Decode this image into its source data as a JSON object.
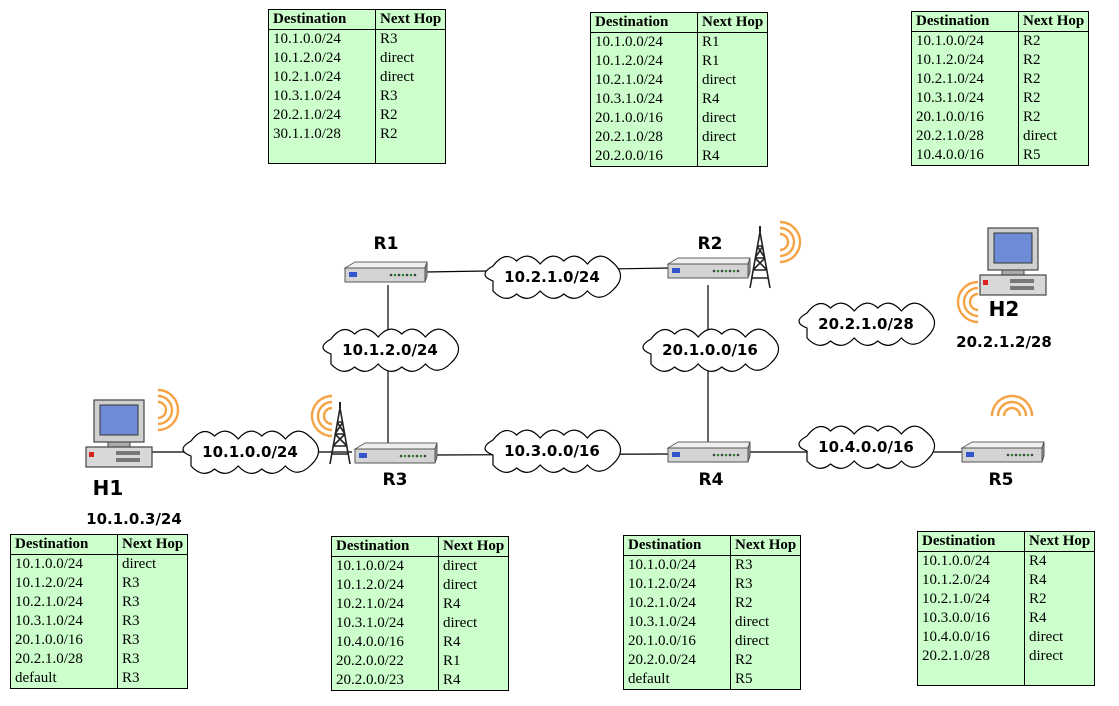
{
  "table_headers": {
    "destination": "Destination",
    "next_hop": "Next Hop"
  },
  "routers": [
    {
      "name": "R1"
    },
    {
      "name": "R2"
    },
    {
      "name": "R3"
    },
    {
      "name": "R4"
    },
    {
      "name": "R5"
    }
  ],
  "hosts": [
    {
      "name": "H1",
      "address": "10.1.0.3/24"
    },
    {
      "name": "H2",
      "address": "20.2.1.2/28"
    }
  ],
  "networks": [
    {
      "label": "10.2.1.0/24"
    },
    {
      "label": "10.1.2.0/24"
    },
    {
      "label": "20.1.0.0/16"
    },
    {
      "label": "20.2.1.0/28"
    },
    {
      "label": "10.1.0.0/24"
    },
    {
      "label": "10.3.0.0/16"
    },
    {
      "label": "10.4.0.0/16"
    }
  ],
  "tables": [
    {
      "id": "r1",
      "rows": [
        [
          "10.1.0.0/24",
          "R3"
        ],
        [
          "10.1.2.0/24",
          "direct"
        ],
        [
          "10.2.1.0/24",
          "direct"
        ],
        [
          "10.3.1.0/24",
          "R3"
        ],
        [
          "20.2.1.0/24",
          "R2"
        ],
        [
          "30.1.1.0/28",
          "R2"
        ],
        [
          "",
          ""
        ]
      ]
    },
    {
      "id": "r2",
      "rows": [
        [
          "10.1.0.0/24",
          "R1"
        ],
        [
          "10.1.2.0/24",
          "R1"
        ],
        [
          "10.2.1.0/24",
          "direct"
        ],
        [
          "10.3.1.0/24",
          "R4"
        ],
        [
          "20.1.0.0/16",
          "direct"
        ],
        [
          "20.2.1.0/28",
          "direct"
        ],
        [
          "20.2.0.0/16",
          "R4"
        ]
      ]
    },
    {
      "id": "h2",
      "rows": [
        [
          "10.1.0.0/24",
          "R2"
        ],
        [
          "10.1.2.0/24",
          "R2"
        ],
        [
          "10.2.1.0/24",
          "R2"
        ],
        [
          "10.3.1.0/24",
          "R2"
        ],
        [
          "20.1.0.0/16",
          "R2"
        ],
        [
          "20.2.1.0/28",
          "direct"
        ],
        [
          "10.4.0.0/16",
          "R5"
        ]
      ]
    },
    {
      "id": "h1",
      "rows": [
        [
          "10.1.0.0/24",
          "direct"
        ],
        [
          "10.1.2.0/24",
          "R3"
        ],
        [
          "10.2.1.0/24",
          "R3"
        ],
        [
          "10.3.1.0/24",
          "R3"
        ],
        [
          "20.1.0.0/16",
          "R3"
        ],
        [
          "20.2.1.0/28",
          "R3"
        ],
        [
          "default",
          "R3"
        ]
      ]
    },
    {
      "id": "r3",
      "rows": [
        [
          "10.1.0.0/24",
          "direct"
        ],
        [
          "10.1.2.0/24",
          "direct"
        ],
        [
          "10.2.1.0/24",
          "R4"
        ],
        [
          "10.3.1.0/24",
          "direct"
        ],
        [
          "10.4.0.0/16",
          "R4"
        ],
        [
          "20.2.0.0/22",
          "R1"
        ],
        [
          "20.2.0.0/23",
          "R4"
        ]
      ]
    },
    {
      "id": "r4",
      "rows": [
        [
          "10.1.0.0/24",
          "R3"
        ],
        [
          "10.1.2.0/24",
          "R3"
        ],
        [
          "10.2.1.0/24",
          "R2"
        ],
        [
          "10.3.1.0/24",
          "direct"
        ],
        [
          "20.1.0.0/16",
          "direct"
        ],
        [
          "20.2.0.0/24",
          "R2"
        ],
        [
          "default",
          "R5"
        ]
      ]
    },
    {
      "id": "r5",
      "rows": [
        [
          "10.1.0.0/24",
          "R4"
        ],
        [
          "10.1.2.0/24",
          "R4"
        ],
        [
          "10.2.1.0/24",
          "R2"
        ],
        [
          "10.3.0.0/16",
          "R4"
        ],
        [
          "10.4.0.0/16",
          "direct"
        ],
        [
          "20.2.1.0/28",
          "direct"
        ],
        [
          "",
          ""
        ]
      ]
    }
  ],
  "colors": {
    "table_bg": "#ccffcc",
    "wifi": "#f5a445",
    "router_body": "#d4d4d4",
    "screen": "#6e8bd8"
  }
}
